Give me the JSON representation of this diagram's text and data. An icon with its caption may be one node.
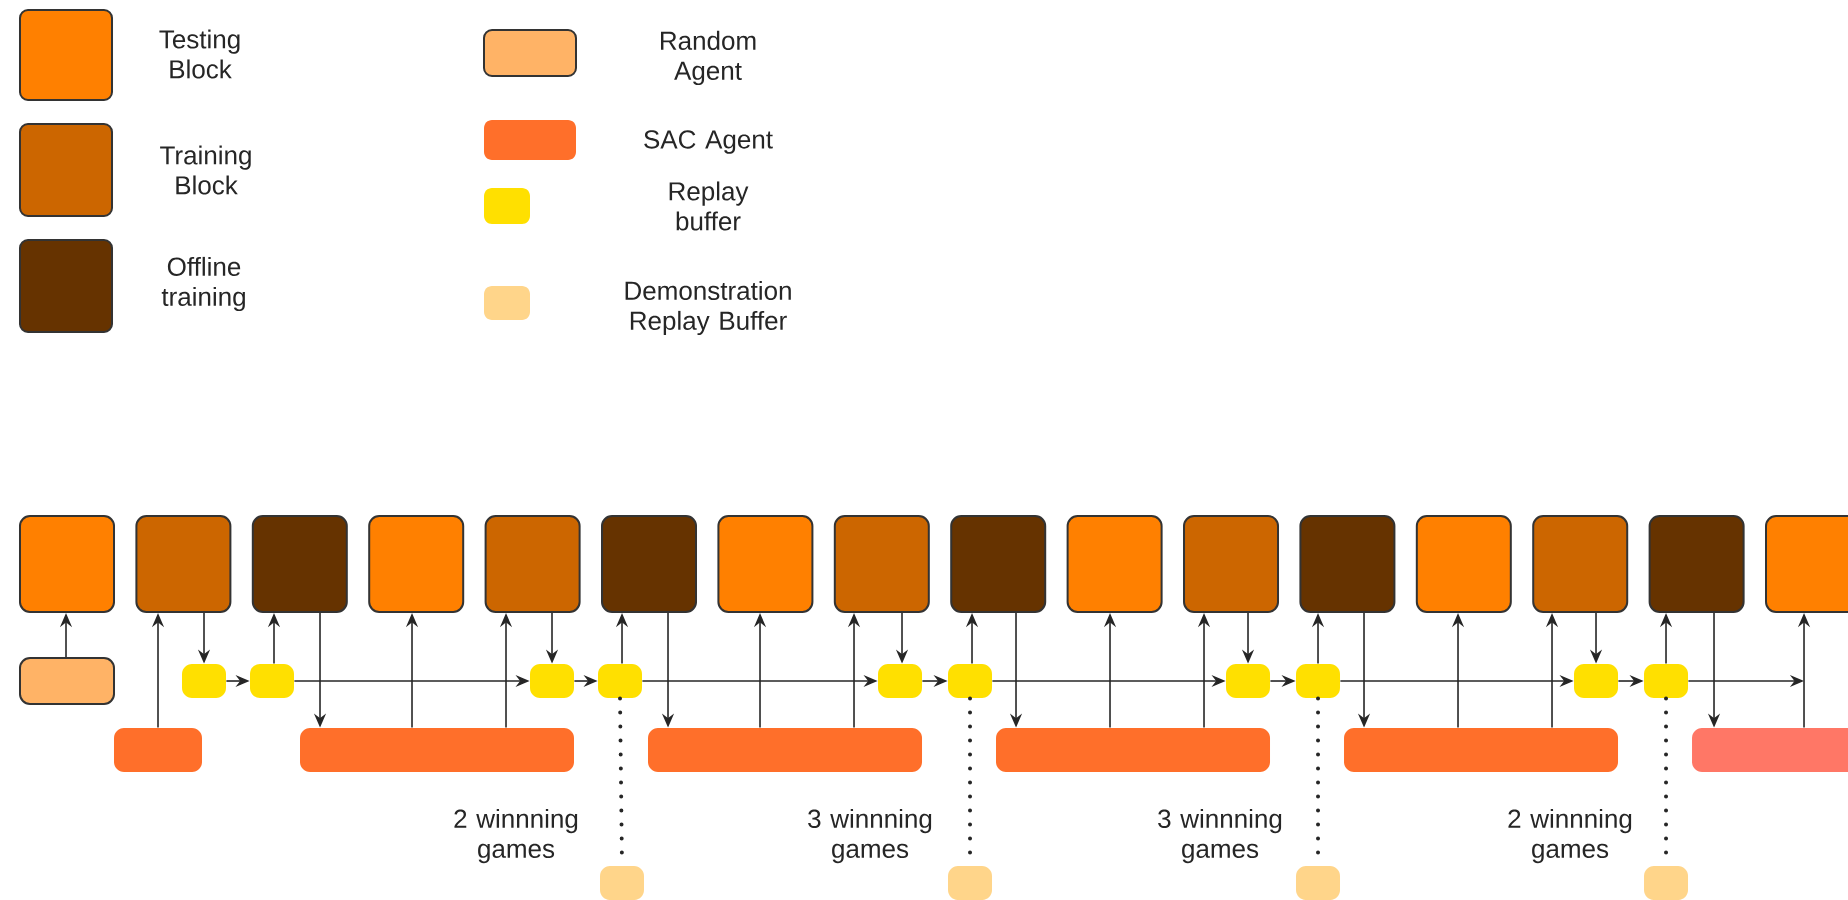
{
  "diagram": {
    "nodes": [
      {
        "text": [],
        "shape": "box"
      },
      {
        "text": [],
        "shape": "box"
      },
      {
        "text": [],
        "shape": "box"
      },
      {
        "text": [],
        "shape": "box"
      },
      {
        "text": [],
        "shape": "box"
      },
      {
        "text": [],
        "shape": "box"
      },
      {
        "text": [],
        "shape": "box"
      },
      {
        "text": [],
        "shape": "box"
      },
      {
        "text": [],
        "shape": "box"
      },
      {
        "text": [],
        "shape": "box"
      },
      {
        "text": [],
        "shape": "box"
      },
      {
        "text": [],
        "shape": "box"
      },
      {
        "text": [],
        "shape": "box"
      },
      {
        "text": [],
        "shape": "box"
      },
      {
        "text": [],
        "shape": "box"
      },
      {
        "text": [],
        "shape": "box"
      },
      {
        "text": [],
        "shape": "box"
      },
      {
        "text": [],
        "shape": "box"
      },
      {
        "text": [],
        "shape": "box"
      },
      {
        "text": [],
        "shape": "box"
      },
      {
        "text": [],
        "shape": "box"
      },
      {
        "text": [],
        "shape": "box"
      },
      {
        "text": [],
        "shape": "box"
      },
      {
        "text": [],
        "shape": "box"
      },
      {
        "text": [],
        "shape": "box"
      },
      {
        "text": [],
        "shape": "box"
      },
      {
        "text": [],
        "shape": "box"
      },
      {
        "text": [],
        "shape": "box"
      },
      {
        "text": [],
        "shape": "box"
      },
      {
        "text": [],
        "shape": "box"
      },
      {
        "text": [],
        "shape": "box"
      },
      {
        "text": [],
        "shape": "box"
      },
      {
        "text": [],
        "shape": "box"
      },
      {
        "text": [],
        "shape": "box"
      },
      {
        "text": [],
        "shape": "box"
      },
      {
        "text": [],
        "shape": "box"
      },
      {
        "text": [],
        "shape": "box"
      }
    ],
    "edges": [
      {
        "from": 16,
        "to": 0,
        "arrow": "to"
      },
      {
        "from": 27,
        "to": 1,
        "arrow": "to"
      },
      {
        "from": 1,
        "to": 17,
        "arrow": "to"
      },
      {
        "from": 17,
        "to": 18,
        "arrow": "to"
      },
      {
        "from": 18,
        "to": 2,
        "arrow": "to"
      },
      {
        "from": 2,
        "to": 28,
        "arrow": "to"
      },
      {
        "from": 18,
        "to": 19,
        "arrow": "to"
      },
      {
        "from": 28,
        "to": 3,
        "arrow": "to"
      },
      {
        "from": 28,
        "to": 4,
        "arrow": "to"
      },
      {
        "from": 4,
        "to": 19,
        "arrow": "to"
      },
      {
        "from": 19,
        "to": 20,
        "arrow": "to"
      },
      {
        "from": 20,
        "to": 5,
        "arrow": "to"
      },
      {
        "from": 20,
        "to": 33,
        "arrow": "none",
        "style": "dashed"
      },
      {
        "from": 5,
        "to": 29,
        "arrow": "to"
      },
      {
        "from": 20,
        "to": 21,
        "arrow": "to"
      },
      {
        "from": 29,
        "to": 6,
        "arrow": "to"
      },
      {
        "from": 29,
        "to": 7,
        "arrow": "to"
      },
      {
        "from": 7,
        "to": 21,
        "arrow": "to"
      },
      {
        "from": 21,
        "to": 22,
        "arrow": "to"
      },
      {
        "from": 22,
        "to": 8,
        "arrow": "to"
      },
      {
        "from": 22,
        "to": 34,
        "arrow": "none",
        "style": "dashed"
      },
      {
        "from": 8,
        "to": 30,
        "arrow": "to"
      },
      {
        "from": 22,
        "to": 23,
        "arrow": "to"
      },
      {
        "from": 30,
        "to": 9,
        "arrow": "to"
      },
      {
        "from": 30,
        "to": 10,
        "arrow": "to"
      },
      {
        "from": 10,
        "to": 23,
        "arrow": "to"
      },
      {
        "from": 23,
        "to": 24,
        "arrow": "to"
      },
      {
        "from": 24,
        "to": 11,
        "arrow": "to"
      },
      {
        "from": 24,
        "to": 35,
        "arrow": "none",
        "style": "dashed"
      },
      {
        "from": 11,
        "to": 31,
        "arrow": "to"
      },
      {
        "from": 24,
        "to": 25,
        "arrow": "to"
      },
      {
        "from": 31,
        "to": 12,
        "arrow": "to"
      },
      {
        "from": 31,
        "to": 13,
        "arrow": "to"
      },
      {
        "from": 13,
        "to": 25,
        "arrow": "to"
      },
      {
        "from": 25,
        "to": 26,
        "arrow": "to"
      },
      {
        "from": 26,
        "to": 14,
        "arrow": "to"
      },
      {
        "from": 26,
        "to": 36,
        "arrow": "none",
        "style": "dashed"
      },
      {
        "from": 14,
        "to": 32,
        "arrow": "to"
      },
      {
        "from": 26,
        "to": null,
        "arrow": "to"
      },
      {
        "from": 32,
        "to": 15,
        "arrow": "to"
      }
    ],
    "labels": [
      "2 winnning games",
      "3 winnning games",
      "3 winnning games",
      "2 winnning games"
    ],
    "legend": [
      {
        "text": "Testing Block",
        "color": "#ff8000"
      },
      {
        "text": "Training Block",
        "color": "#cc6600"
      },
      {
        "text": "Offline training",
        "color": "#663300"
      },
      {
        "text": "Random Agent",
        "color": "#ffb366"
      },
      {
        "text": "SAC Agent",
        "color": "#ff6f2a"
      },
      {
        "text": "Replay buffer",
        "color": "#ffe000"
      },
      {
        "text": "Demonstration Replay Buffer",
        "color": "#ffd58a"
      }
    ]
  }
}
